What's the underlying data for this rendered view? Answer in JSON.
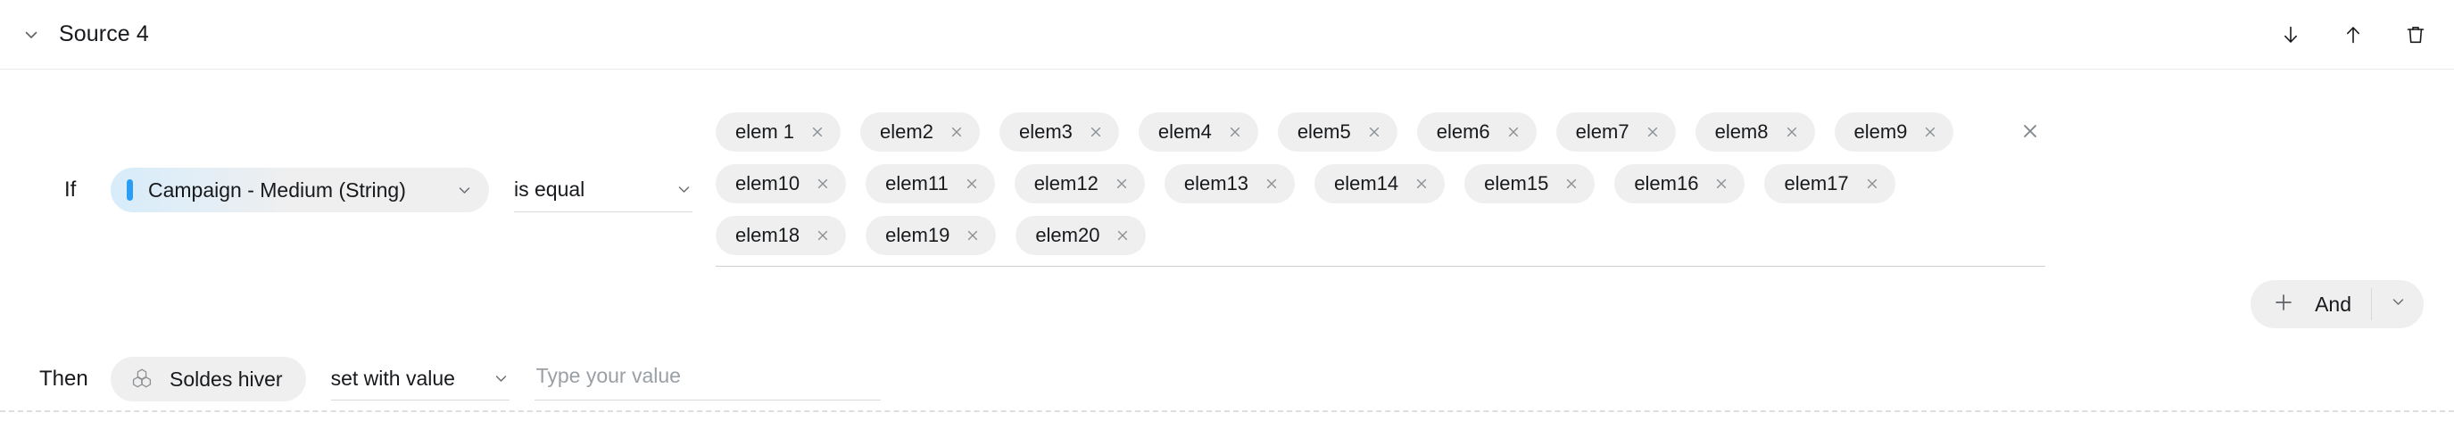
{
  "header": {
    "title": "Source 4",
    "collapse_icon": "chevron-down-icon",
    "actions": [
      {
        "name": "move-down-button",
        "icon": "arrow-down-icon"
      },
      {
        "name": "move-up-button",
        "icon": "arrow-up-icon"
      },
      {
        "name": "delete-button",
        "icon": "trash-icon"
      }
    ]
  },
  "condition": {
    "if_label": "If",
    "attribute": "Campaign - Medium (String)",
    "attribute_marker_color": "#2a9df4",
    "operator": "is equal",
    "clear_icon": "close-icon",
    "values": [
      "elem 1",
      "elem2",
      "elem3",
      "elem4",
      "elem5",
      "elem6",
      "elem7",
      "elem8",
      "elem9",
      "elem10",
      "elem11",
      "elem12",
      "elem13",
      "elem14",
      "elem15",
      "elem16",
      "elem17",
      "elem18",
      "elem19",
      "elem20"
    ],
    "add_button": {
      "plus_icon": "plus-icon",
      "label": "And",
      "caret_icon": "chevron-down-icon"
    }
  },
  "action": {
    "then_label": "Then",
    "segment_icon": "hexagon-cluster-icon",
    "segment": "Soldes hiver",
    "operation": "set with value",
    "value": "",
    "value_placeholder": "Type your value"
  }
}
